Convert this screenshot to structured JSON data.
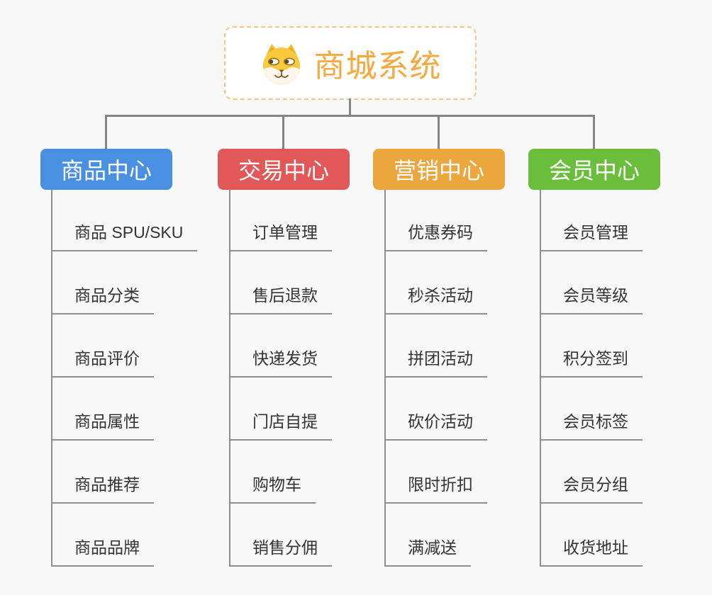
{
  "root": {
    "title": "商城系统",
    "icon": "dog-face-icon",
    "accent_color": "#f5a93f",
    "border_color": "#f6c583"
  },
  "connector_color": "#848484",
  "background_color": "#f8f8f8",
  "branches": [
    {
      "label": "商品中心",
      "color": "#4a90e2",
      "items": [
        "商品 SPU/SKU",
        "商品分类",
        "商品评价",
        "商品属性",
        "商品推荐",
        "商品品牌"
      ]
    },
    {
      "label": "交易中心",
      "color": "#e25757",
      "items": [
        "订单管理",
        "售后退款",
        "快递发货",
        "门店自提",
        "购物车",
        "销售分佣"
      ]
    },
    {
      "label": "营销中心",
      "color": "#eca63e",
      "items": [
        "优惠券码",
        "秒杀活动",
        "拼团活动",
        "砍价活动",
        "限时折扣",
        "满减送"
      ]
    },
    {
      "label": "会员中心",
      "color": "#6abe3c",
      "items": [
        "会员管理",
        "会员等级",
        "积分签到",
        "会员标签",
        "会员分组",
        "收货地址"
      ]
    }
  ]
}
